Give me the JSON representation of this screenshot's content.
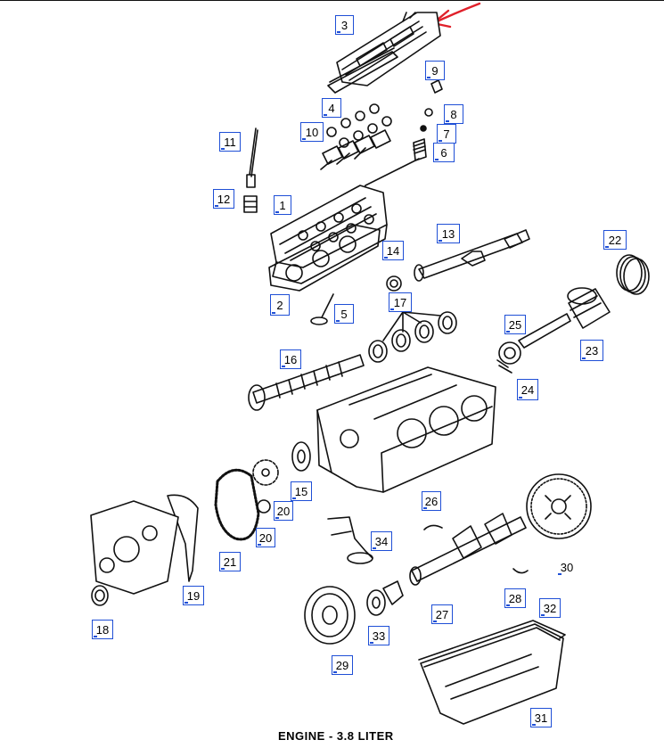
{
  "caption": "ENGINE - 3.8 LITER",
  "labels": {
    "l1": "1",
    "l2": "2",
    "l3": "3",
    "l4": "4",
    "l5": "5",
    "l6": "6",
    "l7": "7",
    "l8": "8",
    "l9": "9",
    "l10": "10",
    "l11": "11",
    "l12": "12",
    "l13": "13",
    "l14": "14",
    "l15": "15",
    "l16": "16",
    "l17": "17",
    "l18": "18",
    "l19": "19",
    "l20a": "20",
    "l20b": "20",
    "l21": "21",
    "l22": "22",
    "l23": "23",
    "l24": "24",
    "l25": "25",
    "l26": "26",
    "l27": "27",
    "l28": "28",
    "l29": "29",
    "l30": "30",
    "l31": "31",
    "l32": "32",
    "l33": "33",
    "l34": "34"
  },
  "colors": {
    "label_border": "#1f4fd6",
    "annotation_arrow": "#e0202a",
    "line_art": "#111111"
  }
}
